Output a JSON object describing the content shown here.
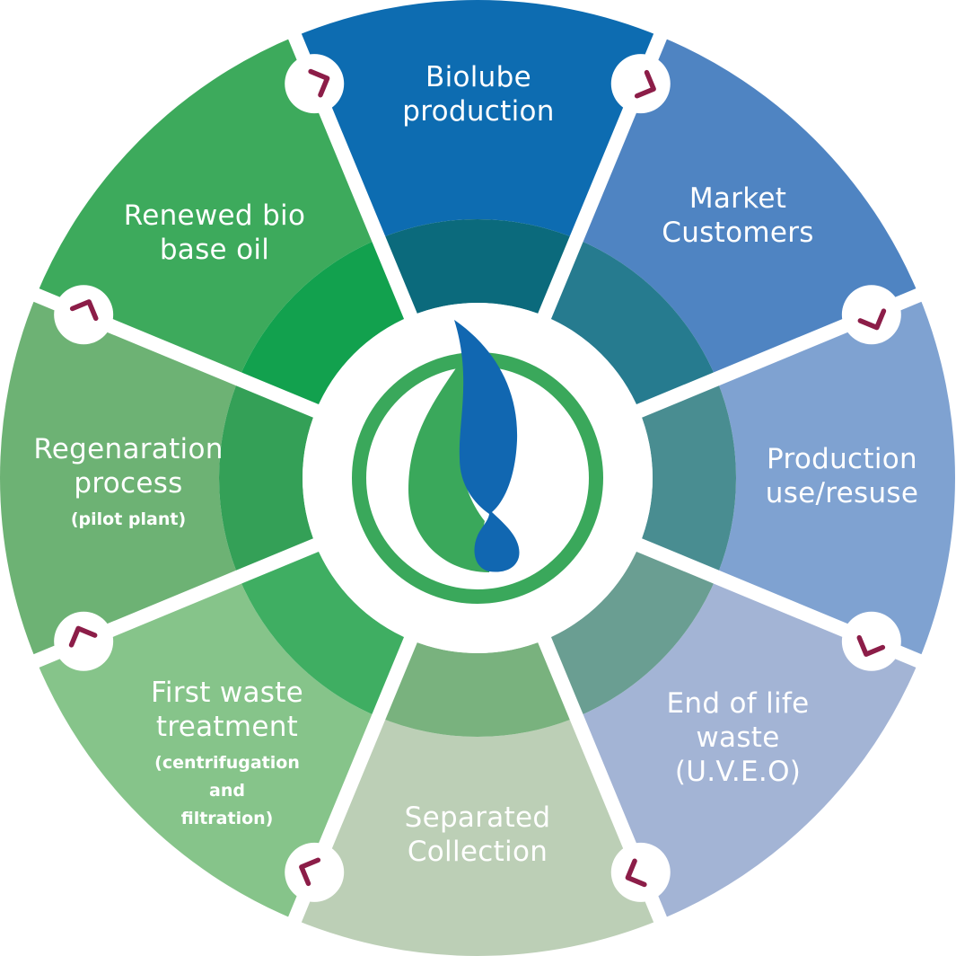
{
  "segments": [
    {
      "title_lines": [
        "Biolube",
        "production"
      ],
      "sub_lines": [],
      "outer_color": "#0d6cb1",
      "inner_color": "#0b6a7c"
    },
    {
      "title_lines": [
        "Market",
        "Customers"
      ],
      "sub_lines": [],
      "outer_color": "#4f84c2",
      "inner_color": "#267b8f"
    },
    {
      "title_lines": [
        "Production",
        "use/resuse"
      ],
      "sub_lines": [],
      "outer_color": "#7fa2d1",
      "inner_color": "#498d91"
    },
    {
      "title_lines": [
        "End of life",
        "waste",
        "(U.V.E.O)"
      ],
      "sub_lines": [],
      "outer_color": "#a3b4d5",
      "inner_color": "#6a9e92"
    },
    {
      "title_lines": [
        "Separated",
        "Collection"
      ],
      "sub_lines": [],
      "outer_color": "#bccfb6",
      "inner_color": "#79b27e"
    },
    {
      "title_lines": [
        "First waste",
        "treatment"
      ],
      "sub_lines": [
        "(centrifugation",
        "and",
        "filtration)"
      ],
      "outer_color": "#86c48a",
      "inner_color": "#3fae62"
    },
    {
      "title_lines": [
        "Regenaration",
        "process"
      ],
      "sub_lines": [
        "(pilot plant)"
      ],
      "outer_color": "#6db274",
      "inner_color": "#34a057"
    },
    {
      "title_lines": [
        "Renewed bio",
        "base oil"
      ],
      "sub_lines": [],
      "outer_color": "#3daa5c",
      "inner_color": "#12a14e"
    }
  ],
  "colors": {
    "arrow": "#8c1d48",
    "center_ring": "#3aa85b",
    "drop_blue": "#1167b1",
    "drop_green": "#3aa85b"
  },
  "icons": {
    "connector": "chevron-arrow-icon",
    "center": "drop-logo-icon"
  }
}
